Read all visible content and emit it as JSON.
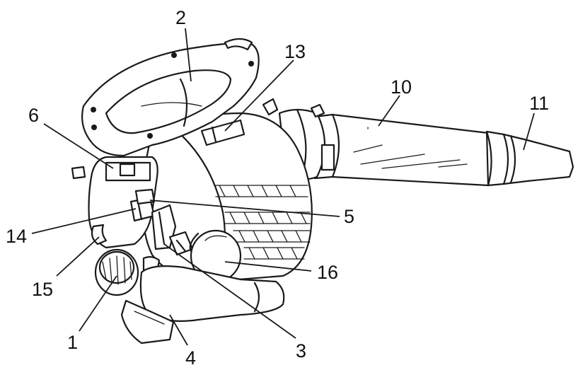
{
  "callouts": {
    "c1": "1",
    "c2": "2",
    "c3": "3",
    "c4": "4",
    "c5": "5",
    "c6": "6",
    "c10": "10",
    "c11": "11",
    "c13": "13",
    "c14": "14",
    "c15": "15",
    "c16": "16"
  }
}
